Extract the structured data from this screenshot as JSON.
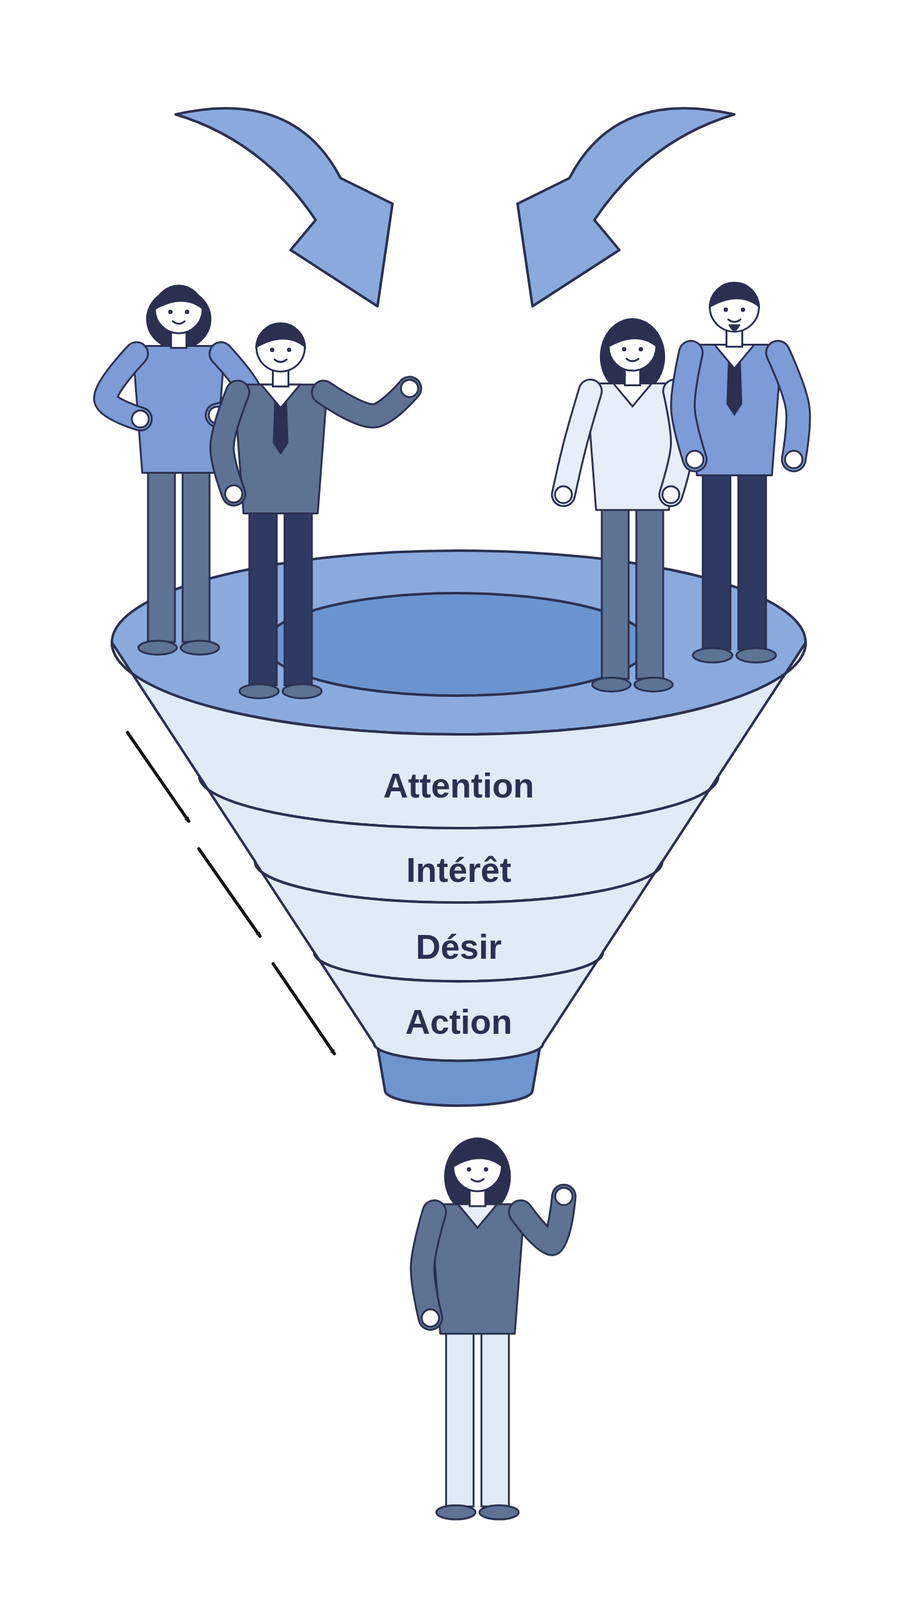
{
  "diagram": {
    "nodes": [
      {
        "text": [
          "Attention"
        ]
      },
      {
        "text": [
          "Intérêt"
        ]
      },
      {
        "text": [
          "Désir"
        ]
      },
      {
        "text": [
          "Action"
        ]
      }
    ]
  }
}
